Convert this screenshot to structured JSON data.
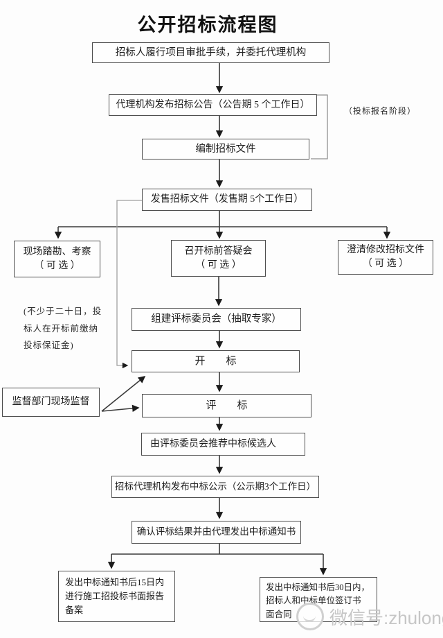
{
  "title": "公开招标流程图",
  "annotations": {
    "stage_note": "（投标报名阶段）",
    "deposit_note_lines": [
      "(不少于二十日，投",
      "标人在开标前缴纳",
      "投标保证金)"
    ],
    "watermark_text": "微信号:zhulongzj",
    "watermark_icon": "wechat-badge-icon"
  },
  "boxes": {
    "approval": "招标人履行项目审批手续，并委托代理机构",
    "announcement": "代理机构发布招标公告（公告期 5 个工作日）",
    "prepare_docs": "编制招标文件",
    "sell_docs": "发售招标文件（发售期 5个工作日）",
    "site_visit": [
      "现场踏勘、考察",
      "（ 可  选 ）"
    ],
    "qa_meeting": [
      "召开标前答疑会",
      "（ 可  选 ）"
    ],
    "clarify": [
      "澄清修改招标文件",
      "（ 可  选 ）"
    ],
    "committee": "组建评标委员会（抽取专家）",
    "bid_opening": "开　　标",
    "supervision": "监督部门现场监督",
    "bid_evaluation": "评　　标",
    "recommend": "由评标委员会推荐中标候选人",
    "publicity": "招标代理机构发布中标公示（公示期3个工作日）",
    "confirm": "确认评标结果并由代理发出中标通知书",
    "filing": [
      "发出中标通知书后15日内",
      "进行施工招投标书面报告",
      "备案"
    ],
    "contract": [
      "发出中标通知书后30日内，",
      "招标人和中标单位签订书",
      "面合同"
    ]
  },
  "colors": {
    "main_line": "#3a3a3a",
    "muted_line": "#9b9b9b",
    "box_border": "#4e4e4e",
    "watermark": "#c6c6c6"
  }
}
